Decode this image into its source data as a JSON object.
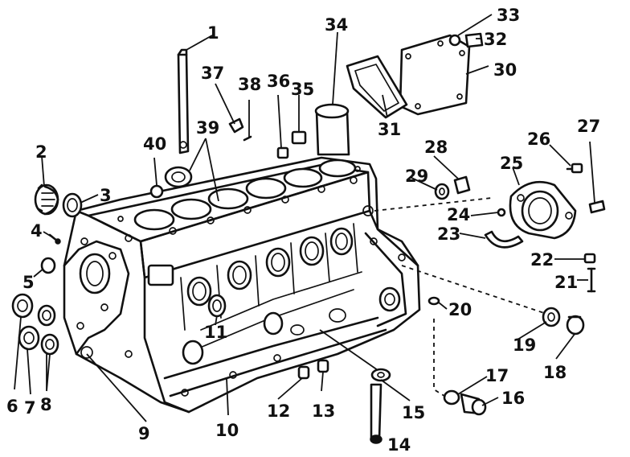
{
  "diagram": {
    "callouts": [
      "1",
      "2",
      "3",
      "4",
      "5",
      "6",
      "7",
      "8",
      "9",
      "10",
      "11",
      "12",
      "13",
      "14",
      "15",
      "16",
      "17",
      "18",
      "19",
      "20",
      "21",
      "22",
      "23",
      "24",
      "25",
      "26",
      "27",
      "28",
      "29",
      "30",
      "31",
      "32",
      "33",
      "34",
      "35",
      "36",
      "37",
      "38",
      "39",
      "40"
    ]
  }
}
